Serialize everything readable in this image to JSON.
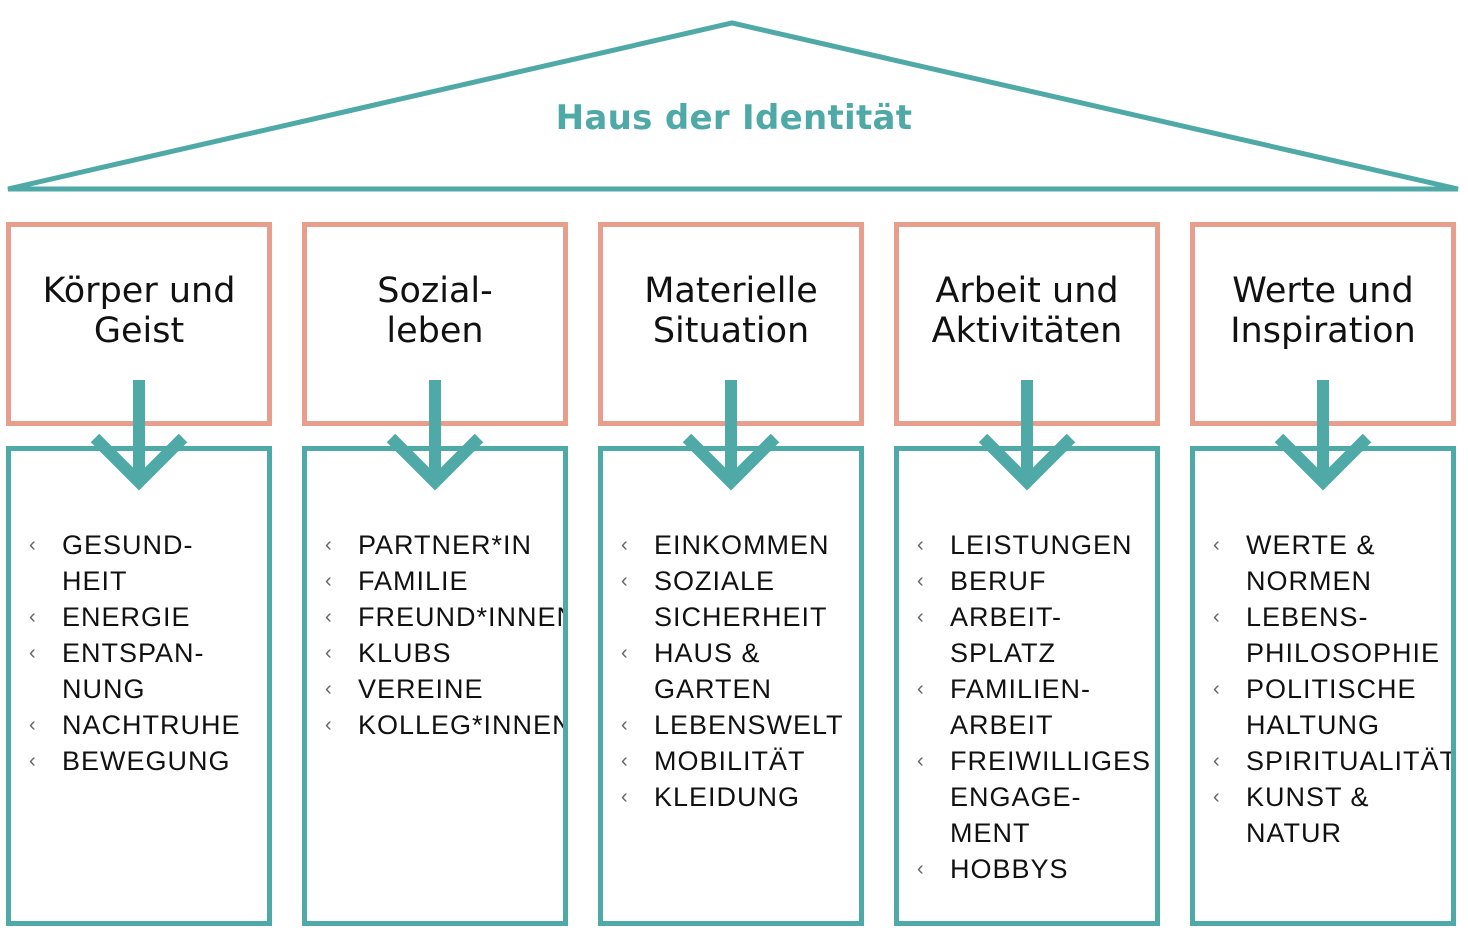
{
  "title": "Haus der Identität",
  "colors": {
    "teal": "#4fa9a6",
    "salmon": "#e79e8d",
    "text": "#111111"
  },
  "bullet_symbol": "‹",
  "pillars": [
    {
      "heading": [
        "Körper und",
        "Geist"
      ],
      "items": [
        [
          "GESUND-",
          "HEIT"
        ],
        [
          "ENERGIE"
        ],
        [
          "ENTSPAN-",
          "NUNG"
        ],
        [
          "NACHTRUHE"
        ],
        [
          "BEWEGUNG"
        ]
      ]
    },
    {
      "heading": [
        "Sozial-",
        "leben"
      ],
      "items": [
        [
          "PARTNER*IN"
        ],
        [
          "FAMILIE"
        ],
        [
          "FREUND*INNEN"
        ],
        [
          "KLUBS"
        ],
        [
          "VEREINE"
        ],
        [
          "KOLLEG*INNEN"
        ]
      ]
    },
    {
      "heading": [
        "Materielle",
        "Situation"
      ],
      "items": [
        [
          "EINKOMMEN"
        ],
        [
          "SOZIALE",
          "SICHERHEIT"
        ],
        [
          "HAUS &",
          "GARTEN"
        ],
        [
          "LEBENSWELT"
        ],
        [
          "MOBILITÄT"
        ],
        [
          "KLEIDUNG"
        ]
      ]
    },
    {
      "heading": [
        "Arbeit und",
        "Aktivitäten"
      ],
      "items": [
        [
          "LEISTUNGEN"
        ],
        [
          "BERUF"
        ],
        [
          "ARBEIT-",
          "SPLATZ"
        ],
        [
          "FAMILIEN-",
          "ARBEIT"
        ],
        [
          "FREIWILLIGES",
          "ENGAGE-",
          "MENT"
        ],
        [
          "HOBBYS"
        ]
      ]
    },
    {
      "heading": [
        "Werte und",
        "Inspiration"
      ],
      "items": [
        [
          "WERTE &",
          "NORMEN"
        ],
        [
          "LEBENS-",
          "PHILOSOPHIE"
        ],
        [
          "POLITISCHE",
          "HALTUNG"
        ],
        [
          "SPIRITUALITÄT"
        ],
        [
          "KUNST &",
          "NATUR"
        ]
      ]
    }
  ]
}
